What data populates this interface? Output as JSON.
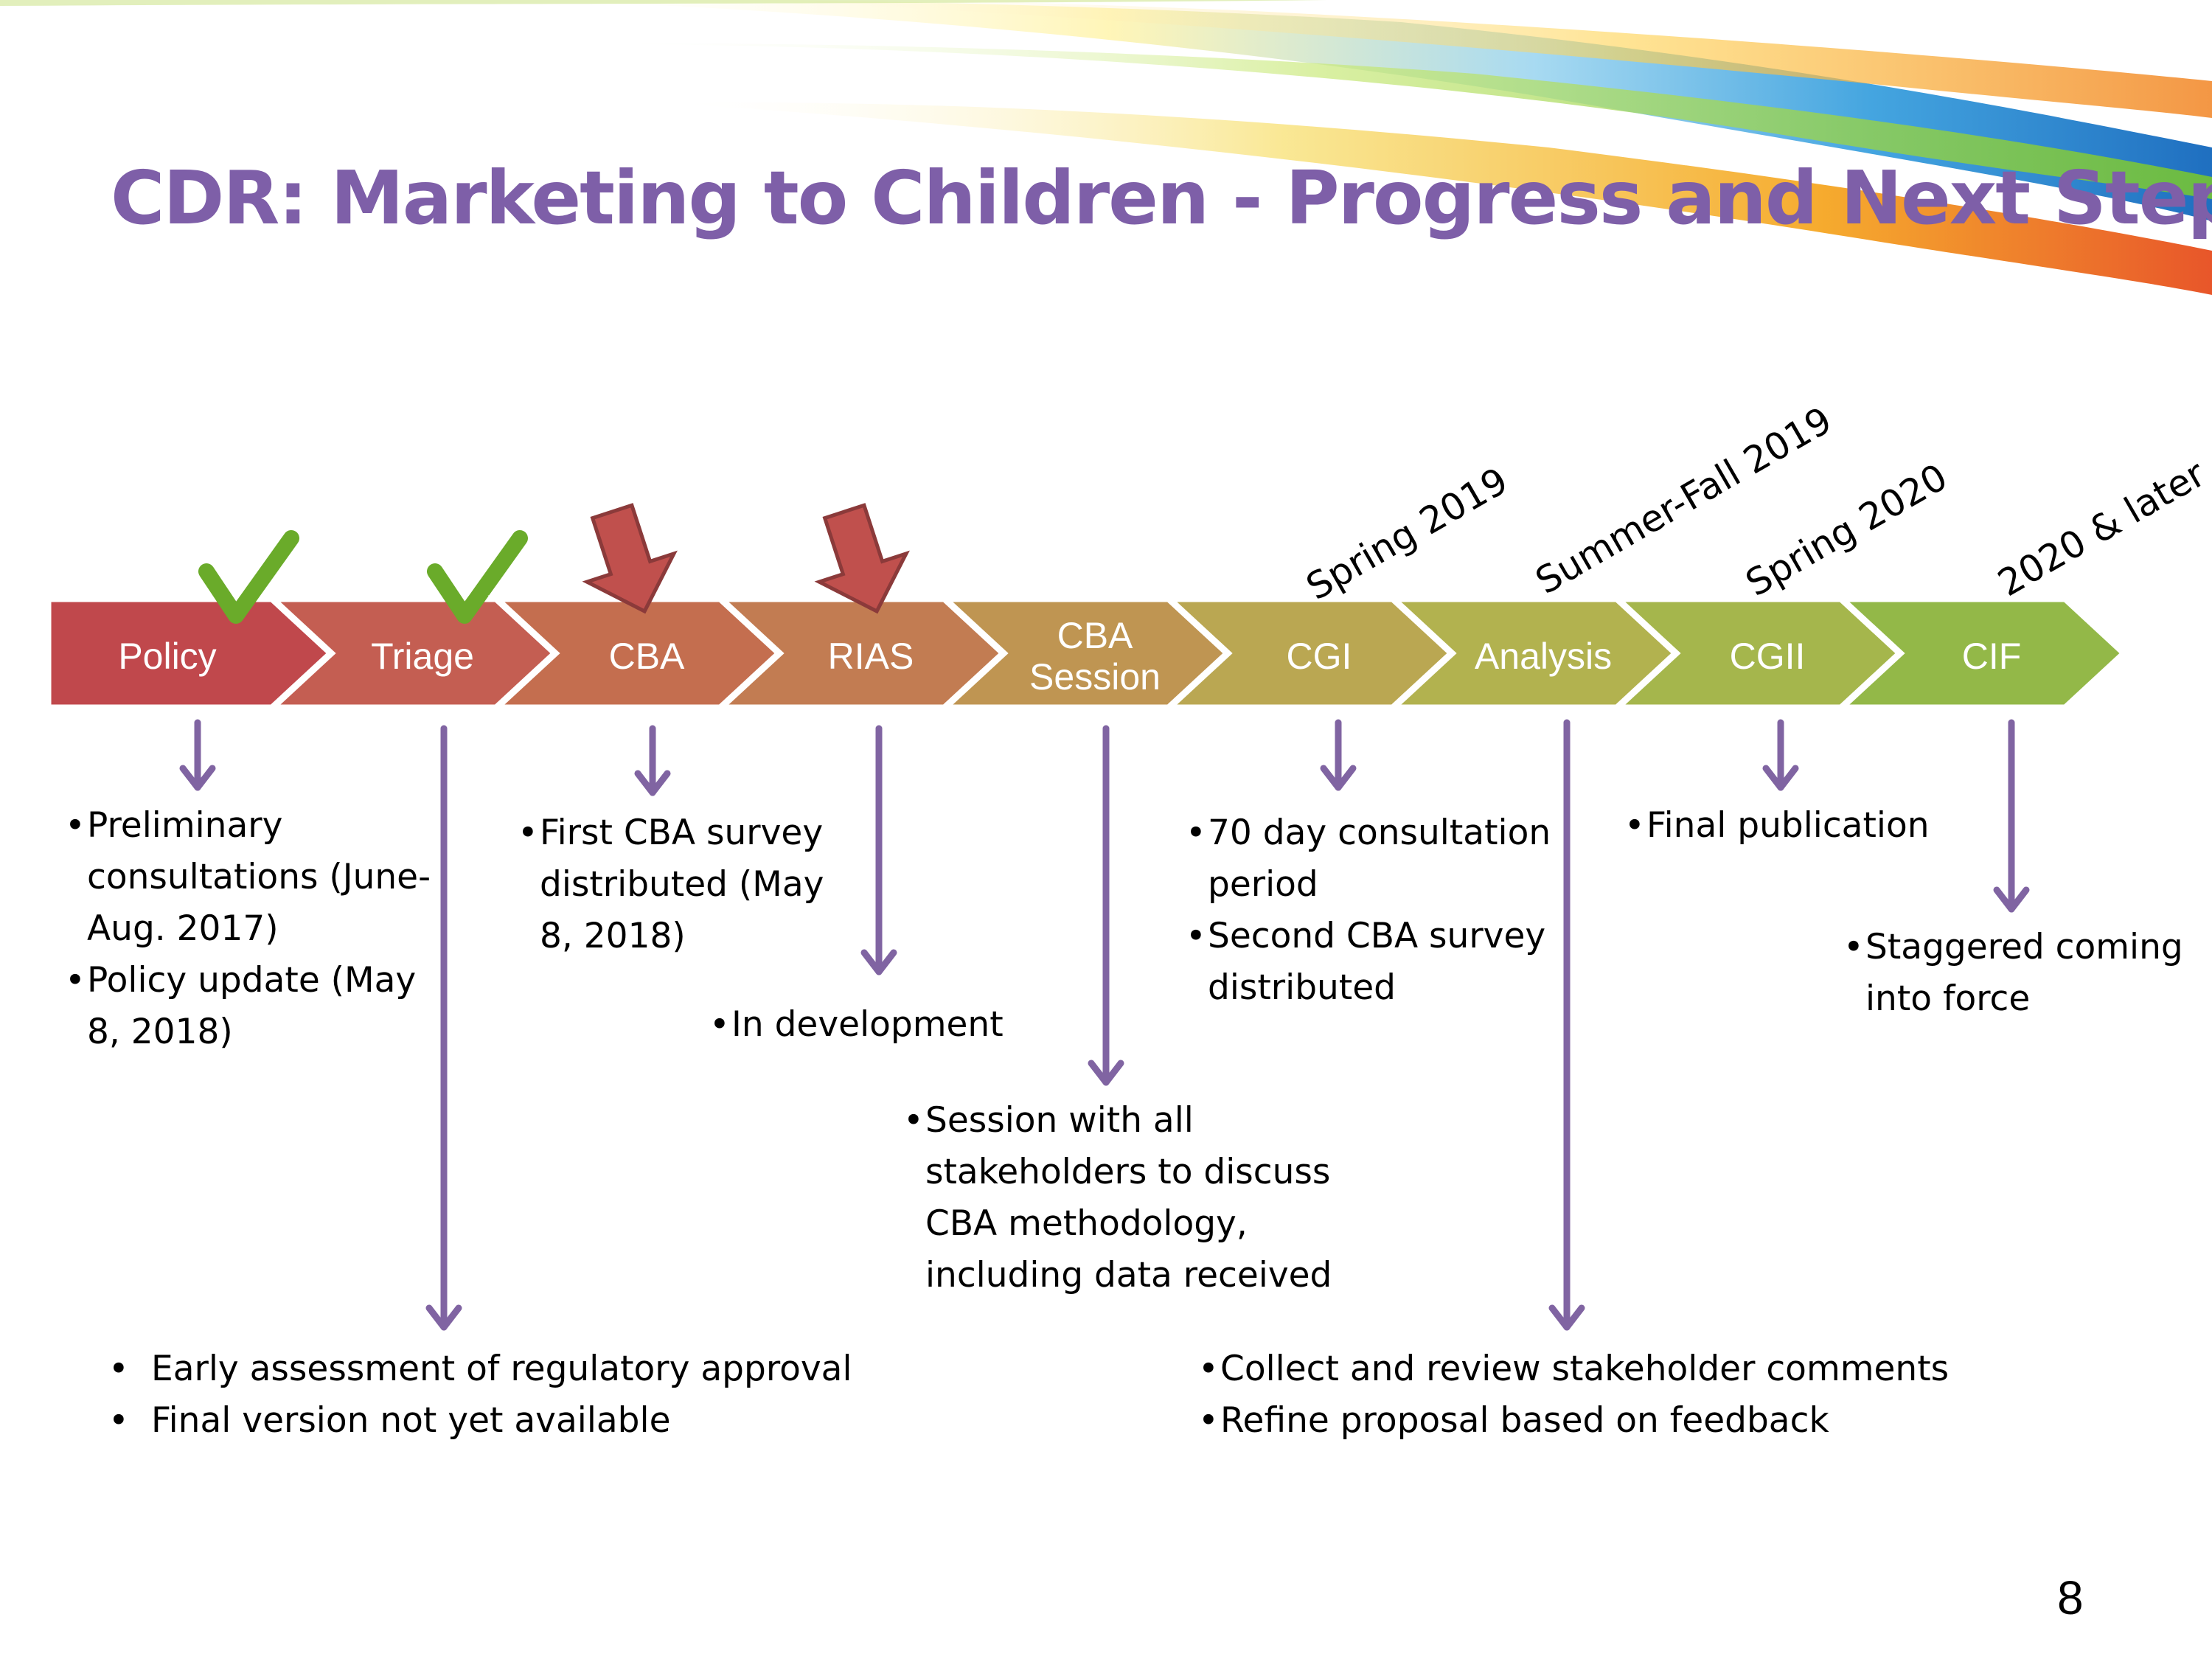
{
  "title": "CDR: Marketing to Children - Progress and Next Steps",
  "stages": [
    {
      "label": "Policy",
      "color": "#c0484c",
      "status": "completed",
      "status_icon": "checkmark-icon"
    },
    {
      "label": "Triage",
      "color": "#c45e52",
      "status": "completed",
      "status_icon": "checkmark-icon"
    },
    {
      "label": "CBA",
      "color": "#c46e4f",
      "status": "current",
      "status_icon": "down-arrow-icon"
    },
    {
      "label": "RIAS",
      "color": "#c27c52",
      "status": "current",
      "status_icon": "down-arrow-icon"
    },
    {
      "label": "CBA\nSession",
      "color": "#bf9552",
      "status": "upcoming"
    },
    {
      "label": "CGI",
      "color": "#baa752",
      "status": "upcoming"
    },
    {
      "label": "Analysis",
      "color": "#b2b24f",
      "status": "upcoming"
    },
    {
      "label": "CGII",
      "color": "#a5b64c",
      "status": "upcoming"
    },
    {
      "label": "CIF",
      "color": "#93b848",
      "status": "upcoming"
    }
  ],
  "dates": [
    "Spring 2019",
    "Summer-Fall 2019",
    "Spring 2020",
    "2020 & later"
  ],
  "notes": {
    "policy": [
      "Preliminary consultations (June- Aug. 2017)",
      "Policy update (May 8, 2018)"
    ],
    "triage": [
      "Early assessment of regulatory approval",
      "Final version not yet available"
    ],
    "cba": [
      "First CBA survey distributed (May 8, 2018)"
    ],
    "rias": [
      "In development"
    ],
    "cba_session": [
      "Session with all stakeholders to discuss CBA methodology, including data received"
    ],
    "cgi": [
      "70 day consultation period",
      "Second CBA survey distributed"
    ],
    "analysis": [
      "Collect and review stakeholder comments",
      "Refine proposal based on feedback"
    ],
    "cgii": [
      "Final publication"
    ],
    "cif": [
      "Staggered coming into force"
    ]
  },
  "page_number": "8",
  "colors": {
    "title": "#7e5fa8",
    "connector": "#8064a2",
    "check": "#6aab2a",
    "marker": "#c0504d",
    "marker_outline": "#8b3a3a"
  }
}
